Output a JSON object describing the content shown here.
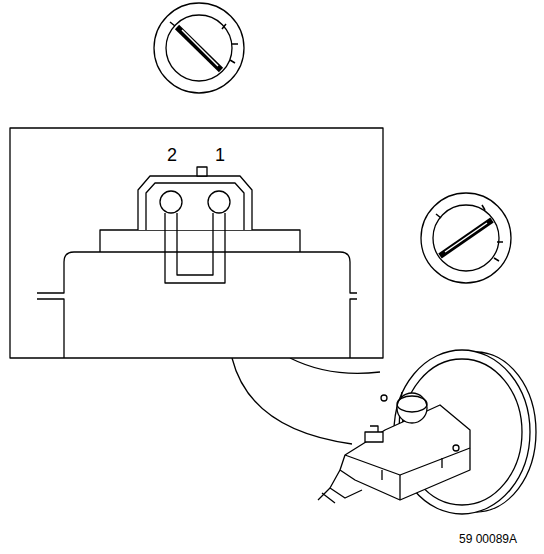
{
  "diagram": {
    "labels": [
      "2",
      "1",
      "59 00089A"
    ]
  }
}
